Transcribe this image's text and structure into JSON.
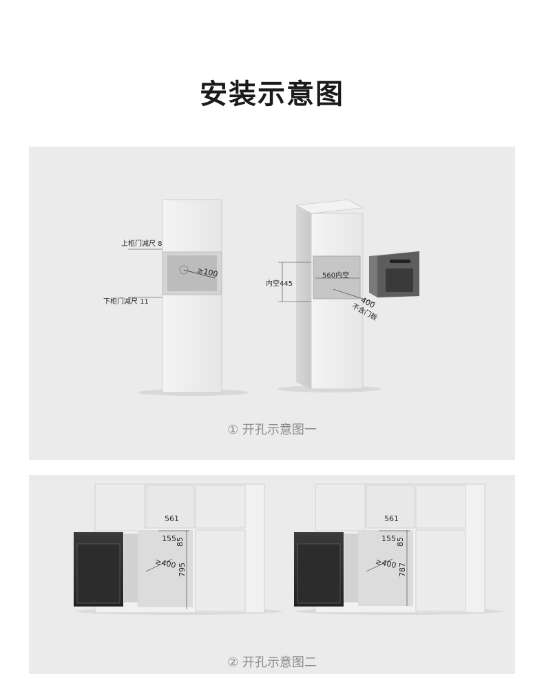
{
  "header": {
    "title": "安装示意图"
  },
  "figure1": {
    "caption": "① 开孔示意图一",
    "upper_door_reduce": "上柜门减尺 8",
    "lower_door_reduce": "下柜门减尺 11",
    "depth_min": "≥100",
    "inner_height": "内空445",
    "inner_width": "560内空",
    "depth": "400",
    "depth_note": "不含门板"
  },
  "figure2": {
    "caption": "② 开孔示意图二",
    "left": {
      "width": "561",
      "h155": "155",
      "h85": "85",
      "depth": "≥400",
      "height": "795"
    },
    "right": {
      "width": "561",
      "h155": "155",
      "h85": "85",
      "depth": "≥400",
      "height": "787"
    }
  }
}
